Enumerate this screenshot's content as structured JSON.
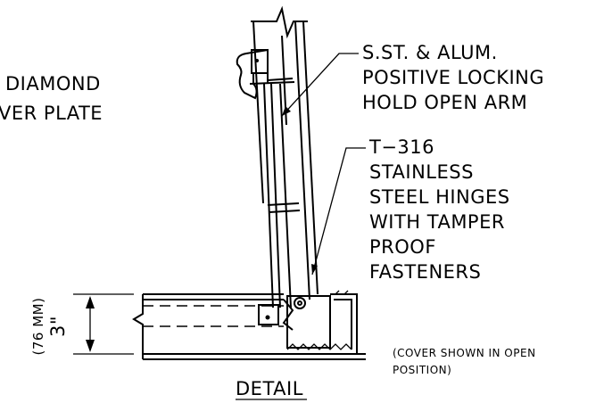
{
  "labels": {
    "diamond_line1": "DIAMOND",
    "diamond_line2": "VER PLATE",
    "arm_line1": "S.ST. & ALUM.",
    "arm_line2": "POSITIVE LOCKING",
    "arm_line3": "HOLD OPEN ARM",
    "hinge_line1": "T−316",
    "hinge_line2": "STAINLESS",
    "hinge_line3": "STEEL HINGES",
    "hinge_line4": "WITH TAMPER",
    "hinge_line5": "PROOF",
    "hinge_line6": "FASTENERS",
    "dim_value": "3\"",
    "dim_metric": "(76 MM)",
    "note_line1": "(COVER SHOWN IN OPEN",
    "note_line2": "POSITION)",
    "title": "DETAIL"
  }
}
